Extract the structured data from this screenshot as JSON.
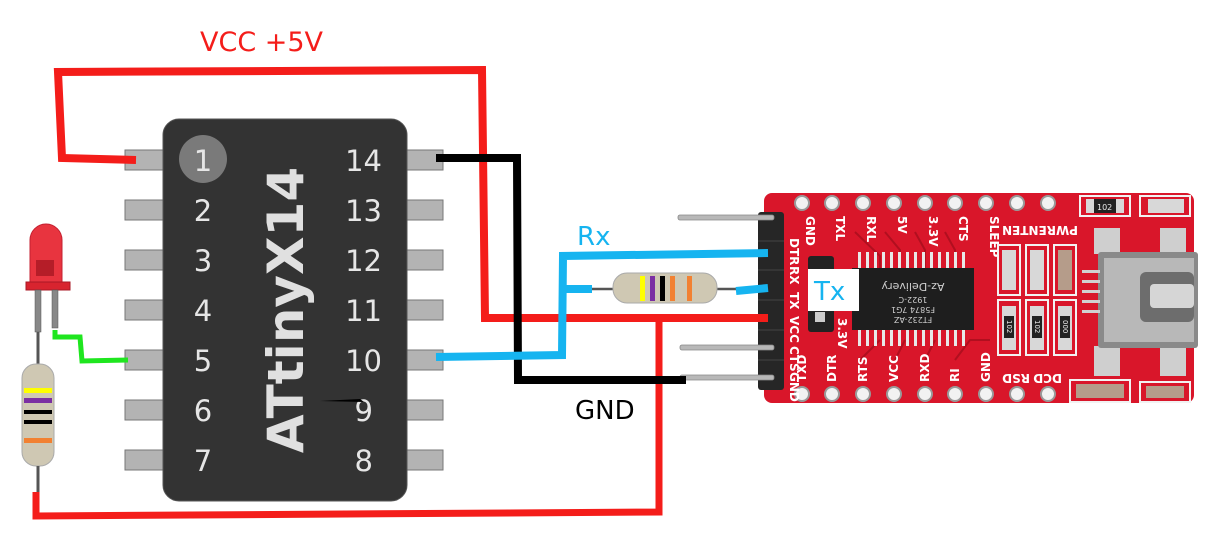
{
  "labels": {
    "vcc": "VCC +5V",
    "rx": "Rx",
    "tx": "Tx",
    "gnd": "GND"
  },
  "chip": {
    "name": "ATtinyX14",
    "pins_left": [
      "1",
      "2",
      "3",
      "4",
      "5",
      "6",
      "7"
    ],
    "pins_right": [
      "14",
      "13",
      "12",
      "11",
      "10",
      "9",
      "8"
    ]
  },
  "ftdi": {
    "top_labels": [
      "GND",
      "TXL",
      "RXL",
      "5V",
      "3.3V",
      "CTS",
      "SLEEP",
      "PWRENTEN"
    ],
    "bottom_labels": [
      "TXD",
      "DTR",
      "RTS",
      "VCC",
      "RXD",
      "RI",
      "GND",
      "RSD",
      "DCD"
    ],
    "header_labels": [
      "DTR",
      "RX",
      "TX",
      "VCC",
      "CTS",
      "GND"
    ],
    "jumper_label": "3.3V",
    "ic_lines": [
      "FT232-AZ",
      "F5874 7G1",
      "1922-C",
      "Az-Delivery"
    ],
    "smd_codes": [
      "102",
      "102",
      "102",
      "000"
    ]
  },
  "colors": {
    "vcc_wire": "#f41d1a",
    "gnd_wire": "#000000",
    "data_wire": "#16b4f0",
    "led_wire": "#1fe61f",
    "chip_body": "#333333",
    "pin": "#b3b3b3",
    "pcb": "#d9162a"
  }
}
